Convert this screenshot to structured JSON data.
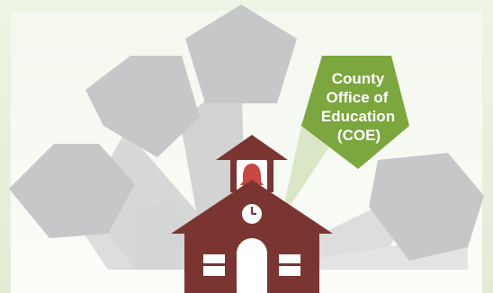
{
  "highlight": {
    "label_lines": [
      "County",
      "Office of",
      "Education",
      "(COE)"
    ]
  },
  "colors": {
    "frame_light": "#edf3e3",
    "frame_mid": "#e0ebd0",
    "pentagon_gray": "#c7c8c9",
    "ray_gray": "#dadbdb",
    "coe_green": "#7ca63e",
    "coe_ray": "#d3e4be",
    "coe_text": "#ffffff",
    "school_brown": "#7b3530",
    "school_window": "#ffffff",
    "bell_red": "#c8473e"
  },
  "icons": {
    "school": "schoolhouse-icon",
    "bell": "bell-icon",
    "clock": "clock-icon"
  }
}
